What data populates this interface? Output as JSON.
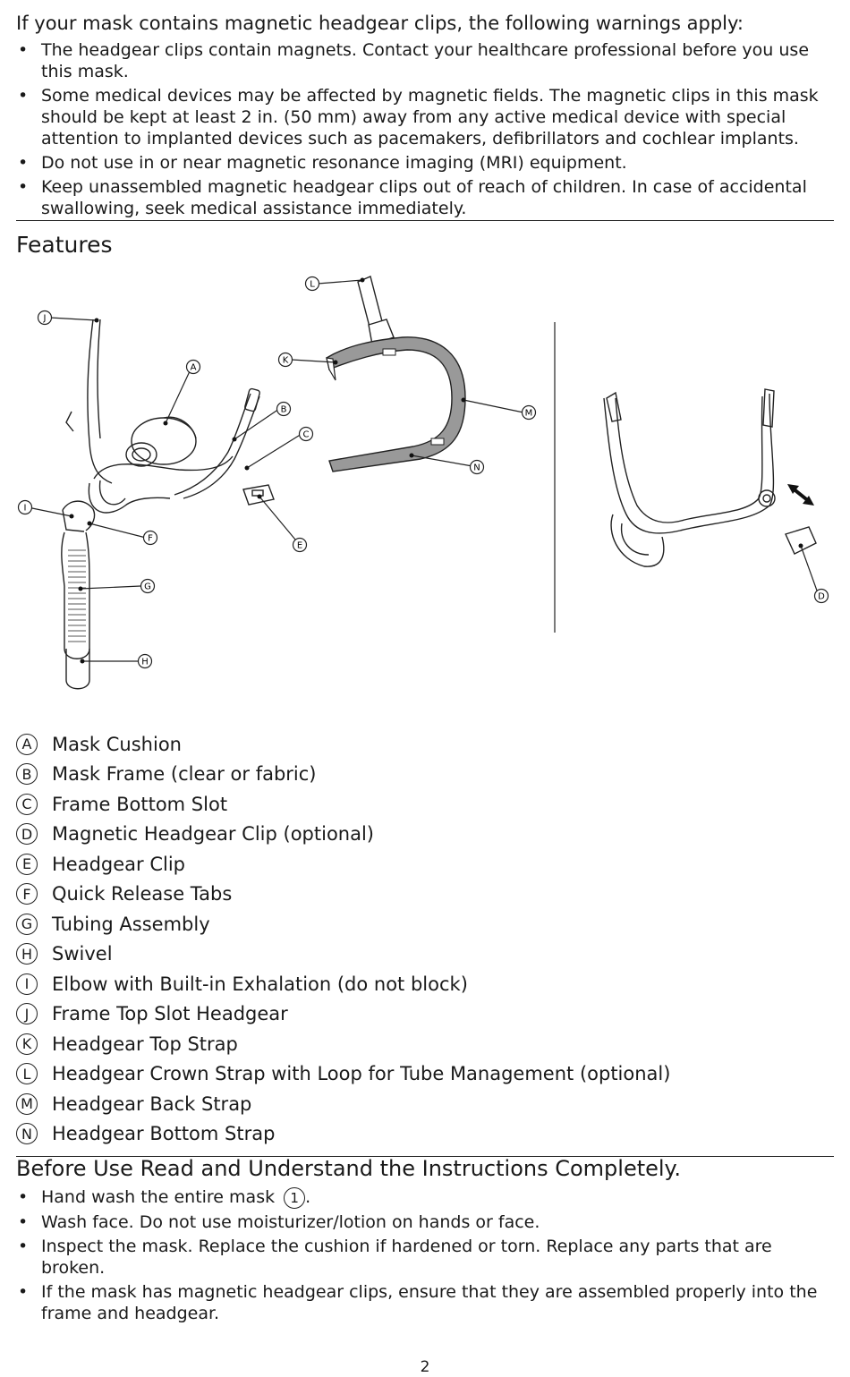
{
  "warnings": {
    "title": "If your mask contains magnetic headgear clips, the following warnings apply:",
    "items": [
      "The headgear clips contain magnets. Contact your healthcare professional before you use this mask.",
      "Some medical devices may be affected by magnetic fields. The magnetic clips in this mask should be kept at least 2 in. (50 mm) away from any active medical device with special attention to implanted devices such as pacemakers, defibrillators and cochlear implants.",
      "Do not use in or near magnetic resonance imaging (MRI) equipment.",
      "Keep unassembled magnetic headgear clips out of reach of children. In case of accidental swallowing, seek medical assistance immediately."
    ]
  },
  "features": {
    "title": "Features",
    "legend": [
      {
        "letter": "A",
        "label": "Mask Cushion"
      },
      {
        "letter": "B",
        "label": "Mask Frame (clear or fabric)"
      },
      {
        "letter": "C",
        "label": "Frame Bottom Slot"
      },
      {
        "letter": "D",
        "label": "Magnetic Headgear Clip (optional)"
      },
      {
        "letter": "E",
        "label": "Headgear Clip"
      },
      {
        "letter": "F",
        "label": "Quick Release Tabs"
      },
      {
        "letter": "G",
        "label": "Tubing Assembly"
      },
      {
        "letter": "H",
        "label": "Swivel"
      },
      {
        "letter": "I",
        "label": "Elbow with Built-in Exhalation (do not block)"
      },
      {
        "letter": "J",
        "label": "Frame Top Slot Headgear"
      },
      {
        "letter": "K",
        "label": "Headgear Top Strap"
      },
      {
        "letter": "L",
        "label": "Headgear Crown Strap with Loop for Tube Management (optional)"
      },
      {
        "letter": "M",
        "label": "Headgear Back Strap"
      },
      {
        "letter": "N",
        "label": "Headgear Bottom Strap"
      }
    ]
  },
  "before_use": {
    "title": "Before Use Read and Understand the Instructions Completely.",
    "item1_text": "Hand wash the entire mask",
    "item1_step": "1",
    "item1_end": ".",
    "items": [
      "Wash face. Do not use moisturizer/lotion on hands or face.",
      "Inspect the mask. Replace the cushion if hardened or torn. Replace any parts that are broken.",
      "If the mask has magnetic headgear clips, ensure that they are assembled properly into the frame and headgear."
    ]
  },
  "bullet_glyph": "•",
  "page_number": "2"
}
